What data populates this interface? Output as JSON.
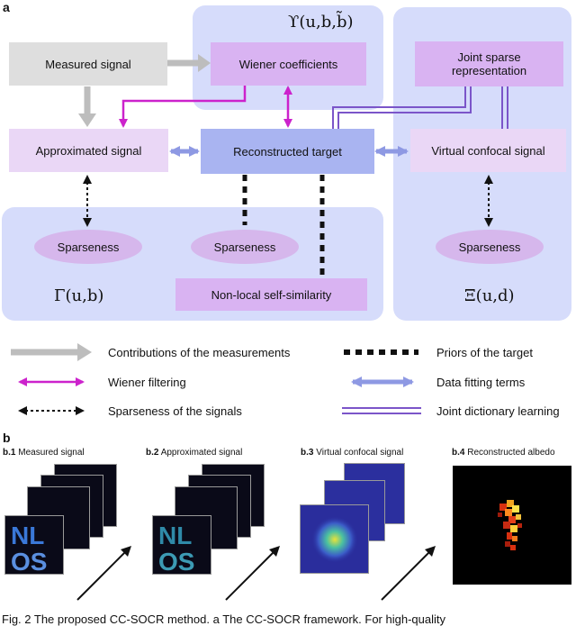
{
  "panel_a_label": "a",
  "panel_b_label": "b",
  "regions": {
    "upsilon_label": "ϒ(u,b,b̃)",
    "gamma_label": "Γ(u,b)",
    "xi_label": "Ξ(u,d)"
  },
  "nodes": {
    "measured_signal": "Measured signal",
    "wiener_coefficients": "Wiener coefficients",
    "joint_sparse": "Joint sparse representation",
    "approximated_signal": "Approximated signal",
    "reconstructed_target": "Reconstructed target",
    "virtual_confocal": "Virtual confocal signal",
    "sparseness_1": "Sparseness",
    "sparseness_2": "Sparseness",
    "sparseness_3": "Sparseness",
    "nonlocal": "Non-local self-similarity"
  },
  "legend": [
    {
      "label": "Contributions of the measurements",
      "color": "#bdbdbd"
    },
    {
      "label": "Priors of the target",
      "color": "#111111"
    },
    {
      "label": "Wiener filtering",
      "color": "#cc22cc"
    },
    {
      "label": "Data fitting terms",
      "color": "#8e99e3"
    },
    {
      "label": "Sparseness of the signals",
      "color": "#111111"
    },
    {
      "label": "Joint dictionary learning",
      "color": "#7b55c9"
    }
  ],
  "panel_b": {
    "b1_num": "b.1",
    "b1_title": "Measured signal",
    "b2_num": "b.2",
    "b2_title": "Approximated signal",
    "b3_num": "b.3",
    "b3_title": "Virtual confocal signal",
    "b4_num": "b.4",
    "b4_title": "Reconstructed albedo",
    "tile_letters_top": "NL",
    "tile_letters_bottom": "OS"
  },
  "caption": "Fig. 2 The proposed CC-SOCR method. a The CC-SOCR framework. For high-quality"
}
